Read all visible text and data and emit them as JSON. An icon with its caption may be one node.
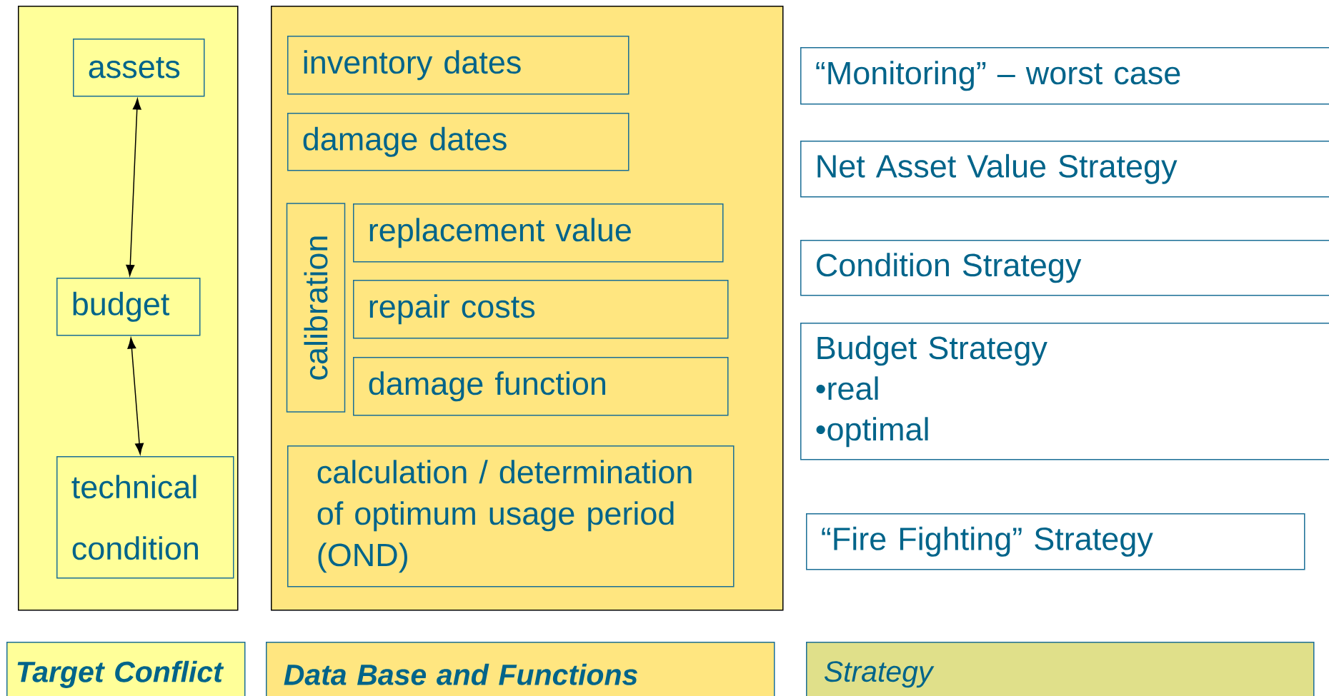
{
  "diagram": {
    "nodes": [
      {
        "text": [],
        "shape": "box"
      },
      {
        "text": [
          "assets"
        ],
        "in": 0
      },
      {
        "text": [
          "budget"
        ],
        "in": 0
      },
      {
        "text": [
          "technical",
          "condition"
        ],
        "in": 0
      },
      {
        "text": [],
        "shape": "box"
      },
      {
        "text": [
          "inventory dates"
        ],
        "in": 4
      },
      {
        "text": [
          "damage dates"
        ],
        "in": 4
      },
      {
        "text": [
          "calibration"
        ],
        "in": 4
      },
      {
        "text": [
          "replacement value"
        ],
        "in": 4
      },
      {
        "text": [
          "repair costs"
        ],
        "in": 4
      },
      {
        "text": [
          "damage function"
        ],
        "in": 4
      },
      {
        "text": [
          "calculation / determination of optimum usage period (OND)"
        ],
        "in": 4
      },
      {
        "text": [
          "“Monitoring” – worst case"
        ]
      },
      {
        "text": [
          "Net Asset Value Strategy"
        ]
      },
      {
        "text": [
          "Condition Strategy"
        ]
      },
      {
        "text": [
          "Budget Strategy",
          "•real",
          "•optimal"
        ]
      },
      {
        "text": [
          "“Fire Fighting” Strategy"
        ]
      },
      {
        "text": [
          "Target Conflict"
        ]
      },
      {
        "text": [
          "Data Base and Functions"
        ]
      },
      {
        "text": [
          "Strategy"
        ]
      }
    ],
    "edges": [
      {
        "from": 1,
        "to": 2,
        "arrow": "both"
      },
      {
        "from": 2,
        "to": 3,
        "arrow": "both"
      }
    ]
  }
}
